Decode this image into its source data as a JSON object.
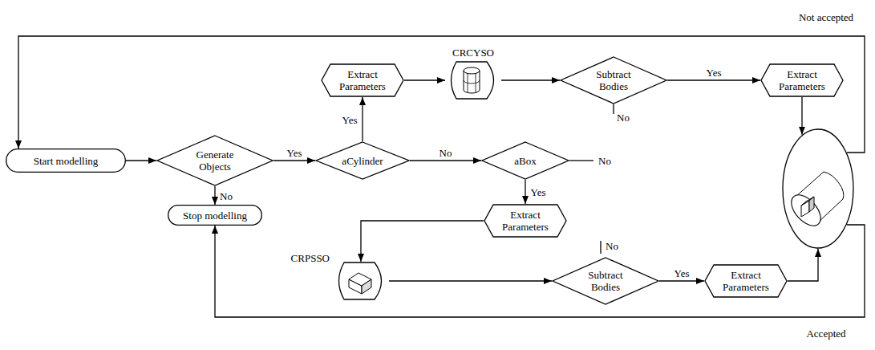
{
  "diagram": {
    "nodes": [
      {
        "text": [
          "Start modelling"
        ]
      },
      {
        "text": [
          "Generate Objects"
        ]
      },
      {
        "text": [
          "aCylinder"
        ]
      },
      {
        "text": [
          "aBox"
        ]
      },
      {
        "text": [
          "Extract Parameters"
        ]
      },
      {
        "text": [
          "CRCYSO"
        ]
      },
      {
        "text": [
          "Subtract Bodies"
        ]
      },
      {
        "text": [
          "Extract Parameters"
        ]
      },
      {
        "text": [
          "Stop modelling"
        ]
      },
      {
        "text": [
          "Extract Parameters"
        ]
      },
      {
        "text": [
          "CRPSSO"
        ]
      },
      {
        "text": [
          "Subtract Bodies"
        ]
      },
      {
        "text": [
          "Extract Parameters"
        ]
      },
      {
        "text": []
      }
    ],
    "edges": [
      {
        "from": 0,
        "to": 1,
        "arrow": "to"
      },
      {
        "from": 1,
        "to": 2,
        "label": "Yes",
        "arrow": "to"
      },
      {
        "from": 1,
        "to": 8,
        "label": "No",
        "arrow": "to"
      },
      {
        "from": 2,
        "to": 4,
        "label": "Yes",
        "arrow": "to"
      },
      {
        "from": 2,
        "to": 3,
        "label": "No",
        "arrow": "to"
      },
      {
        "from": 3,
        "to": 9,
        "label": "Yes",
        "arrow": "to"
      },
      {
        "from": 4,
        "to": 5,
        "arrow": "to"
      },
      {
        "from": 5,
        "to": 6,
        "arrow": "to"
      },
      {
        "from": 6,
        "to": 7,
        "label": "Yes",
        "arrow": "to"
      },
      {
        "from": 7,
        "to": 13,
        "arrow": "to"
      },
      {
        "from": 9,
        "to": 10,
        "arrow": "to"
      },
      {
        "from": 10,
        "to": 11,
        "arrow": "to"
      },
      {
        "from": 11,
        "to": 12,
        "label": "Yes",
        "arrow": "to"
      },
      {
        "from": 12,
        "to": 13,
        "arrow": "to"
      },
      {
        "from": 13,
        "to": 0,
        "label": "Not accepted",
        "arrow": "to"
      },
      {
        "from": 13,
        "to": 8,
        "label": "Accepted",
        "arrow": "to"
      }
    ],
    "labels": [
      "No",
      "No",
      "No"
    ]
  }
}
